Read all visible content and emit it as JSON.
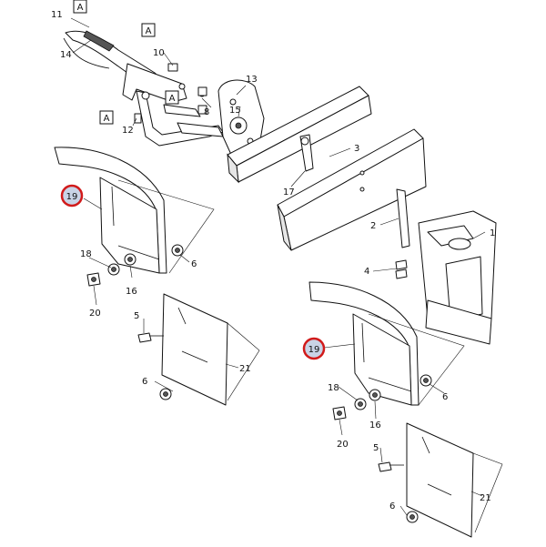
{
  "callouts": {
    "c1": "1",
    "c2": "2",
    "c3": "3",
    "c4": "4",
    "c5a": "5",
    "c5b": "5",
    "c6a": "6",
    "c6b": "6",
    "c6c": "6",
    "c6d": "6",
    "c8": "8",
    "c10": "10",
    "c11": "11",
    "c12": "12",
    "c13": "13",
    "c14": "14",
    "c15": "15",
    "c16a": "16",
    "c16b": "16",
    "c17": "17",
    "c18a": "18",
    "c18b": "18",
    "c20a": "20",
    "c20b": "20",
    "c21a": "21",
    "c21b": "21",
    "c19a": "19",
    "c19b": "19"
  },
  "section_markers": {
    "a1": "A",
    "a2": "A",
    "a3": "A",
    "a4": "A"
  },
  "highlight_color": "#d11a1a"
}
